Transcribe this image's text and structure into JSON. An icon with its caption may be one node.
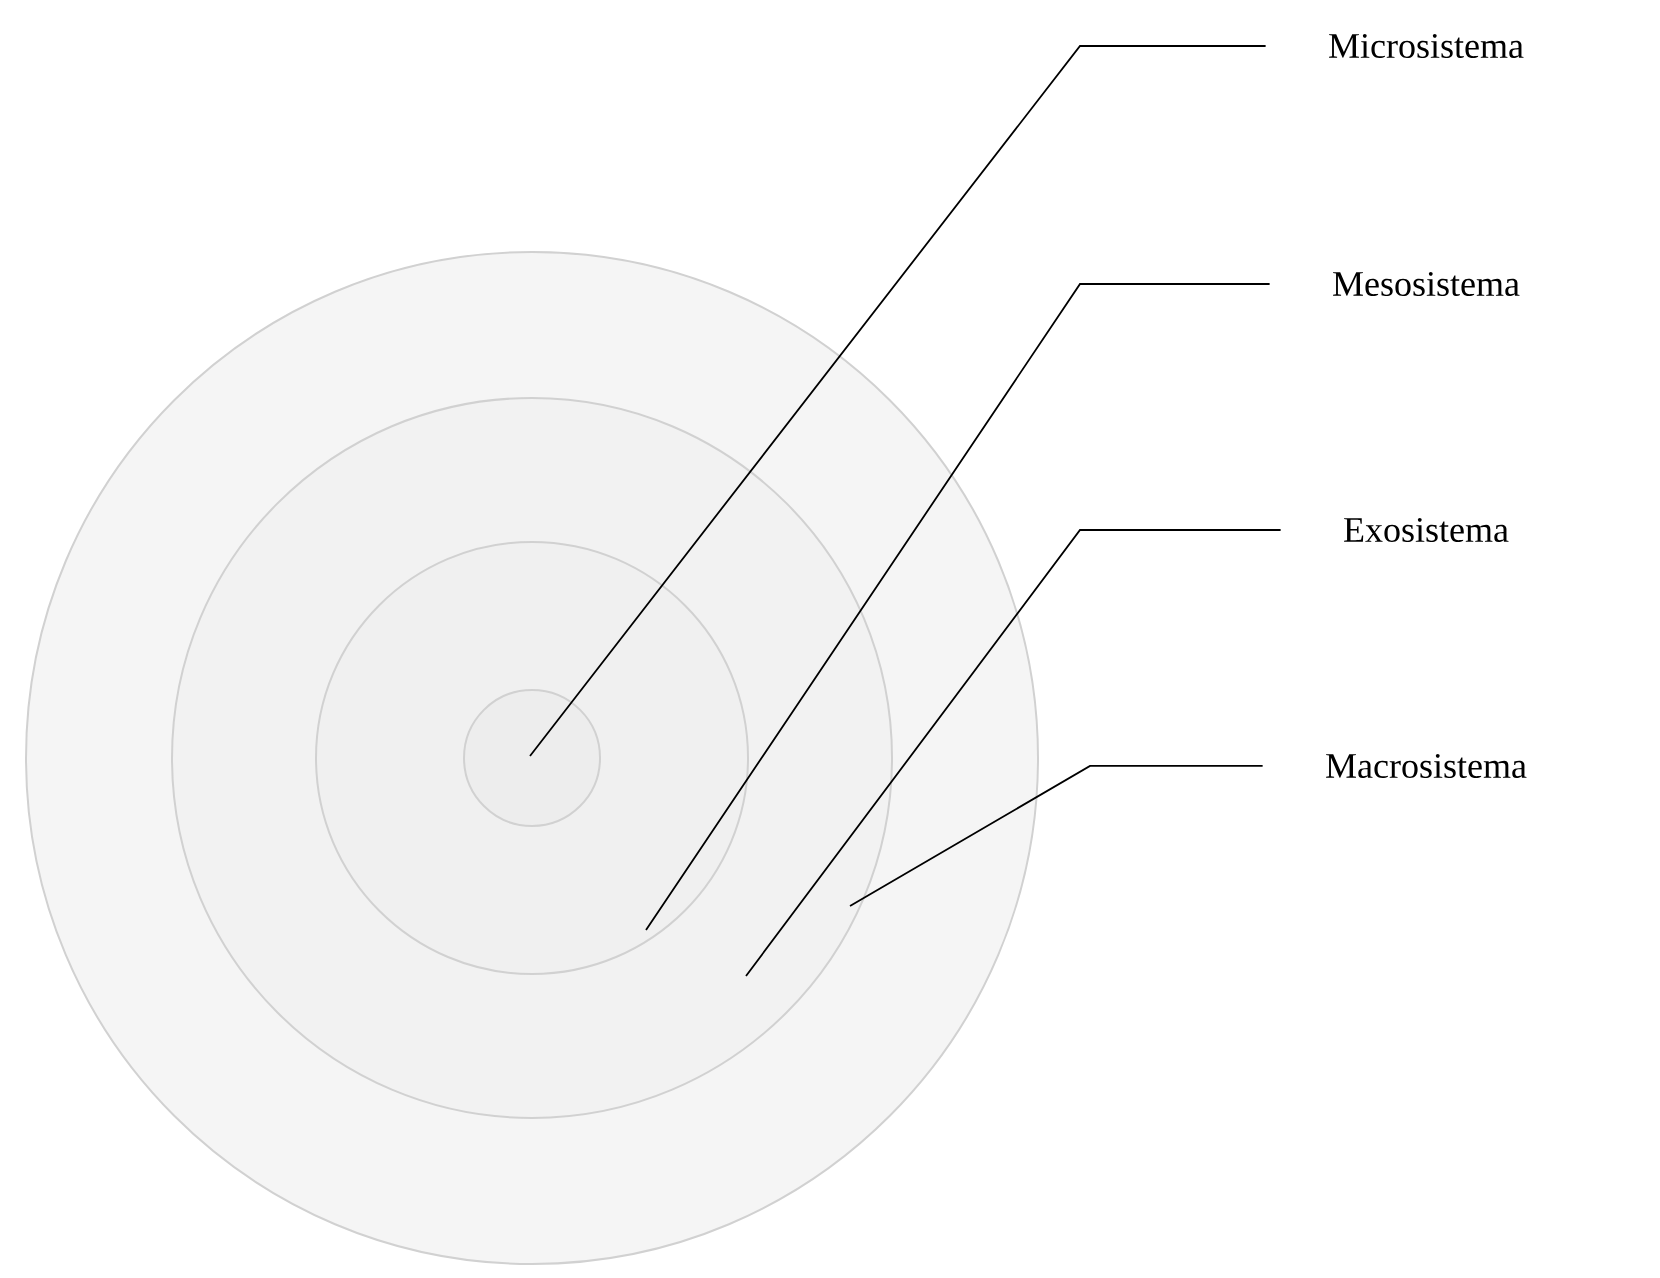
{
  "diagram": {
    "nodes": [
      {
        "text": [],
        "shape": "circle"
      },
      {
        "text": [],
        "shape": "circle",
        "in": 0
      },
      {
        "text": [],
        "shape": "circle",
        "in": 1
      },
      {
        "text": [],
        "shape": "circle",
        "in": 2
      },
      {
        "text": [
          "Microsistema"
        ]
      },
      {
        "text": [
          "Mesosistema"
        ]
      },
      {
        "text": [
          "Exosistema"
        ]
      },
      {
        "text": [
          "Macrosistema"
        ]
      }
    ],
    "edges": [
      {
        "from": 4,
        "to": 3,
        "arrow": "none"
      },
      {
        "from": 5,
        "to": 2,
        "arrow": "none"
      },
      {
        "from": 6,
        "to": 1,
        "arrow": "none"
      },
      {
        "from": 7,
        "to": 0,
        "arrow": "none"
      }
    ]
  }
}
